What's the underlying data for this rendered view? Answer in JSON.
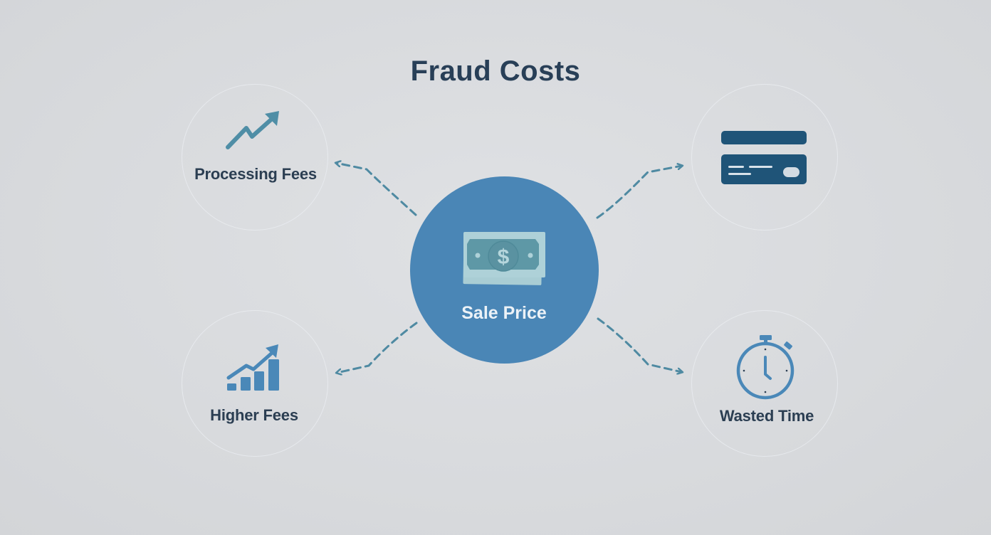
{
  "title": "Fraud Costs",
  "center": {
    "label": "Sale Price",
    "icon": "money-bill-icon",
    "color": "#4a86b6"
  },
  "nodes": [
    {
      "id": "processing-fees",
      "label": "Processing Fees",
      "icon": "trending-up-arrow-icon",
      "position": "top-left"
    },
    {
      "id": "card",
      "label": "",
      "icon": "credit-card-icon",
      "position": "top-right"
    },
    {
      "id": "higher-fees",
      "label": "Higher Fees",
      "icon": "bar-chart-growth-icon",
      "position": "bottom-left"
    },
    {
      "id": "wasted-time",
      "label": "Wasted Time",
      "icon": "stopwatch-icon",
      "position": "bottom-right"
    }
  ],
  "colors": {
    "title": "#283f57",
    "label": "#2b3e52",
    "arrow": "#4f8aa2",
    "card": "#1f5478",
    "icon_teal": "#4f8ea6",
    "icon_blue": "#4a88b8"
  }
}
